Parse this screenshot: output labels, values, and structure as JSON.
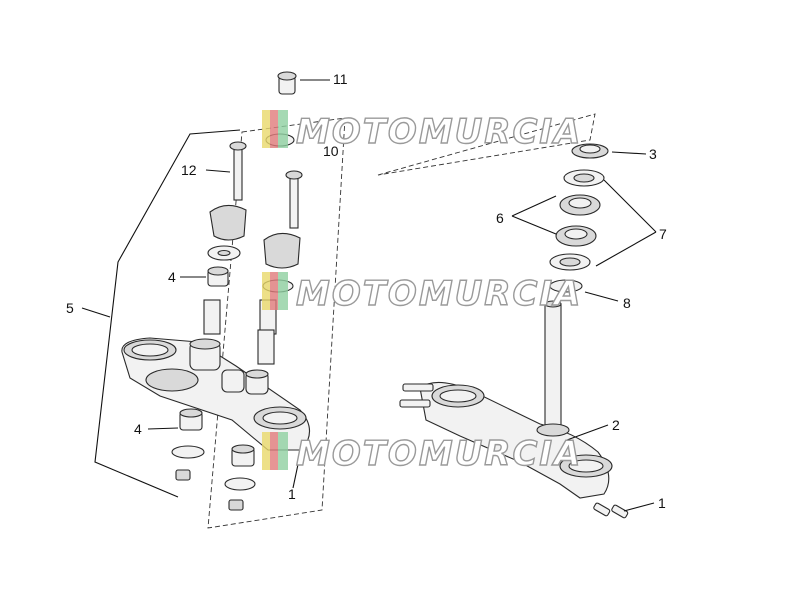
{
  "watermark": {
    "text": "MOTOMURCIA"
  },
  "callouts": {
    "c1a": "1",
    "c1b": "1",
    "c2": "2",
    "c3": "3",
    "c4a": "4",
    "c4b": "4",
    "c5": "5",
    "c6": "6",
    "c7": "7",
    "c8": "8",
    "c10": "10",
    "c11": "11",
    "c12": "12"
  }
}
